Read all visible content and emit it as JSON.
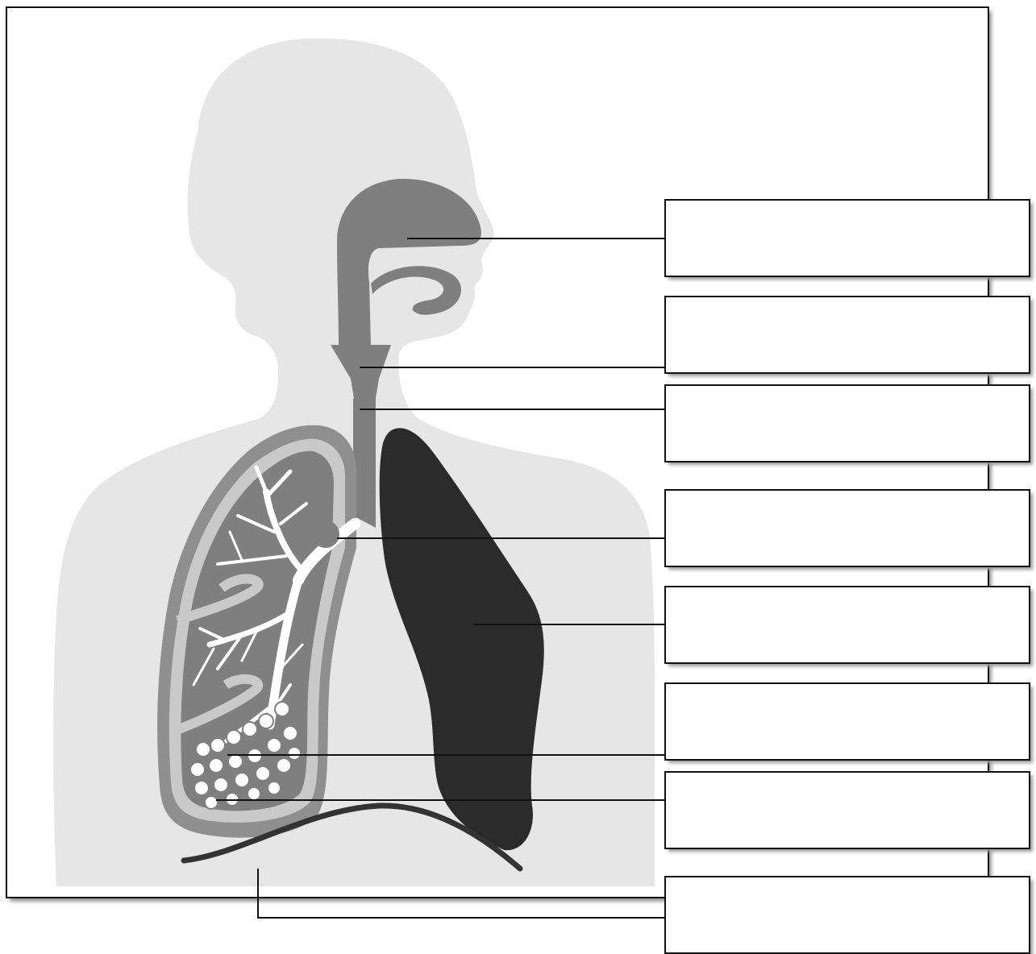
{
  "diagram": {
    "kind": "respiratory-system-worksheet",
    "colors": {
      "page": "#ffffff",
      "frame": "#111111",
      "silhouette": "#e6e6e6",
      "airway": "#7f7f7f",
      "lung_dark": "#2b2b2b",
      "pleura_outer": "#8f8f8f",
      "pleura_inner": "#c9c9c9",
      "bronchi": "#ffffff",
      "diaphragm": "#333333",
      "leader_line": "#111111",
      "box_shadow": "#9a9a9a"
    },
    "labels": [
      {
        "id": "label-1",
        "text": ""
      },
      {
        "id": "label-2",
        "text": ""
      },
      {
        "id": "label-3",
        "text": ""
      },
      {
        "id": "label-4",
        "text": ""
      },
      {
        "id": "label-5",
        "text": ""
      },
      {
        "id": "label-6",
        "text": ""
      },
      {
        "id": "label-7",
        "text": ""
      },
      {
        "id": "label-8",
        "text": ""
      }
    ]
  }
}
